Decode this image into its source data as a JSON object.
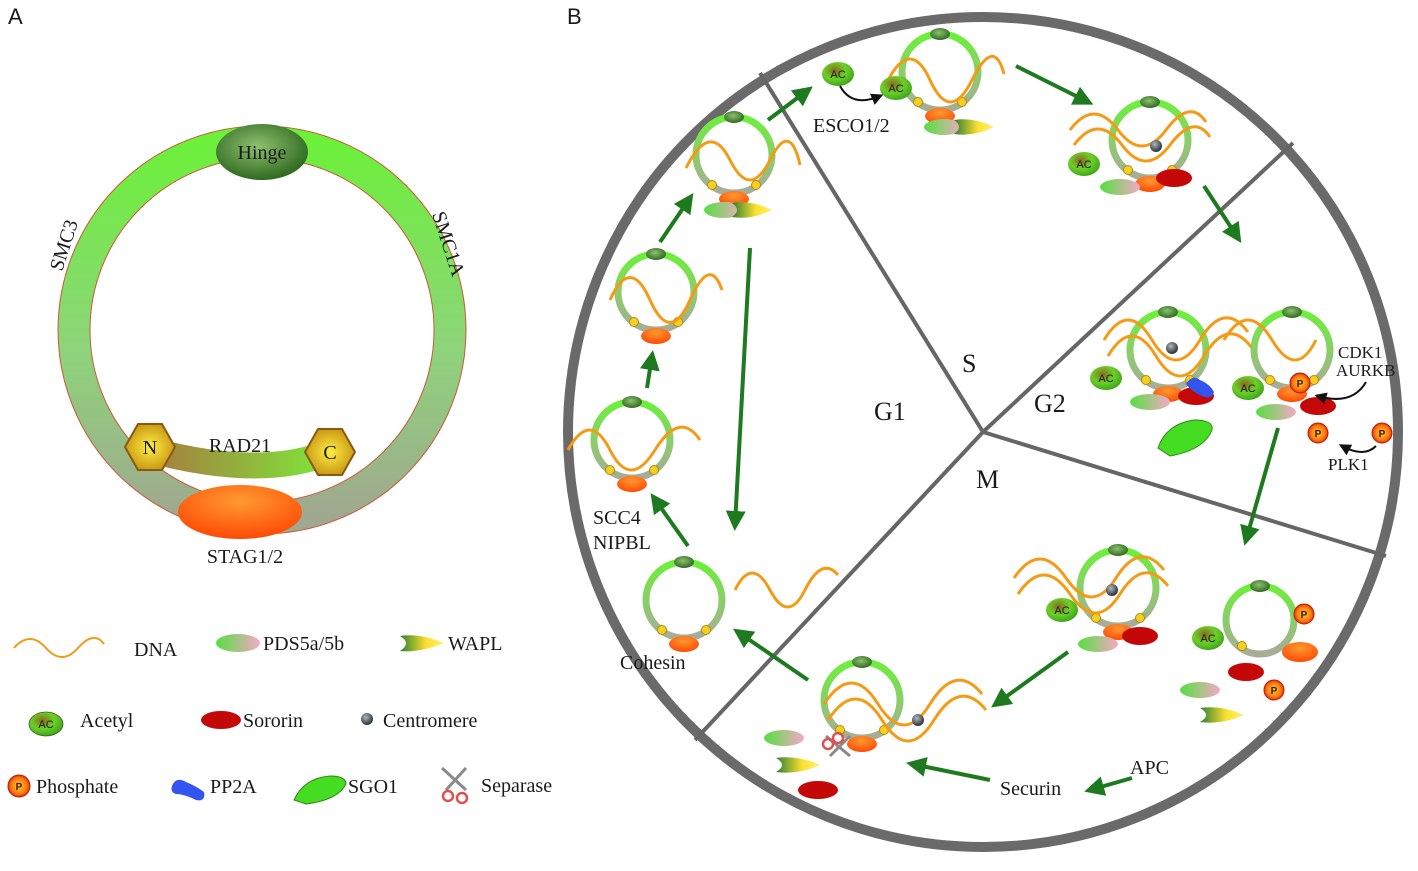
{
  "panels": {
    "a": "A",
    "b": "B"
  },
  "ring": {
    "hinge": "Hinge",
    "smc3": "SMC3",
    "smc1a": "SMC1A",
    "rad21": "RAD21",
    "n_term": "N",
    "c_term": "C",
    "stag": "STAG1/2"
  },
  "legend": {
    "dna": "DNA",
    "pds5": "PDS5a/5b",
    "wapl": "WAPL",
    "acetyl": "Acetyl",
    "sororin": "Sororin",
    "centromere": "Centromere",
    "phosphate": "Phosphate",
    "pp2a": "PP2A",
    "sgo1": "SGO1",
    "separase": "Separase"
  },
  "cycle": {
    "phase_g1": "G1",
    "phase_s": "S",
    "phase_g2": "G2",
    "phase_m": "M",
    "esco": "ESCO1/2",
    "scc4": "SCC4",
    "nipbl": "NIPBL",
    "cohesin": "Cohesin",
    "cdk1": "CDK1",
    "aurkb": "AURKB",
    "plk1": "PLK1",
    "securin": "Securin",
    "apc": "APC",
    "ac": "AC",
    "p": "P"
  },
  "colors": {
    "ring_top": "#66ee33",
    "ring_bottom": "#9aaa90",
    "hinge": "#3d7a2a",
    "dna": "#f59a14",
    "arrow": "#1e7a1e",
    "sororin": "#c40808",
    "stag": "#ff6a10",
    "phosphate": "#d92a0a",
    "pp2a": "#3355ee",
    "sgo1": "#44dd22"
  }
}
